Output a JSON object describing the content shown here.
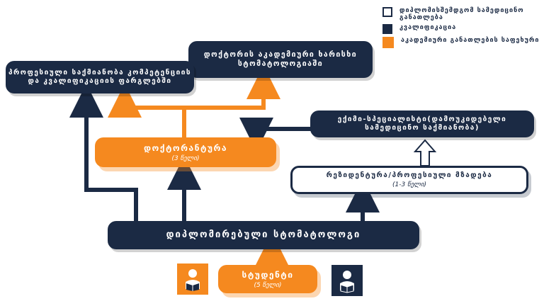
{
  "colors": {
    "dark": "#1b2a44",
    "orange": "#f5891f",
    "white": "#ffffff"
  },
  "legend": [
    {
      "label": "დიპლომისშემდგომ სამედიცინო განათლება",
      "style": "white"
    },
    {
      "label": "კვალიფიკაცია",
      "style": "dark"
    },
    {
      "label": "აკადემიური განათლების საფეხური",
      "style": "orange"
    }
  ],
  "nodes": {
    "doctor_degree": {
      "title": "დოქტორის აკადემიური ხარისხი სტომატოლოგიაში"
    },
    "prof_competence": {
      "title": "პროფესიული საქმიანობა კომპეტენციის და კვალიფიკაციის ფარგლებში"
    },
    "specialist": {
      "title": "ექიმი-სპეციალისტი(დამოუკიდებელი სამედიცინო საქმიანობა)"
    },
    "doctorate": {
      "title": "დოქტორანტურა",
      "sub": "(3 წელი)"
    },
    "residency": {
      "title": "რეზიდენტურა/პროფესიული მზადება",
      "sub": "(1-3 წელი)"
    },
    "graduate": {
      "title": "დიპლომირებული სტომატოლოგი"
    },
    "student": {
      "title": "სტუდენტი",
      "sub": "(5 წელი)"
    }
  },
  "icons": [
    "student-reading-icon",
    "student-reading-icon"
  ]
}
